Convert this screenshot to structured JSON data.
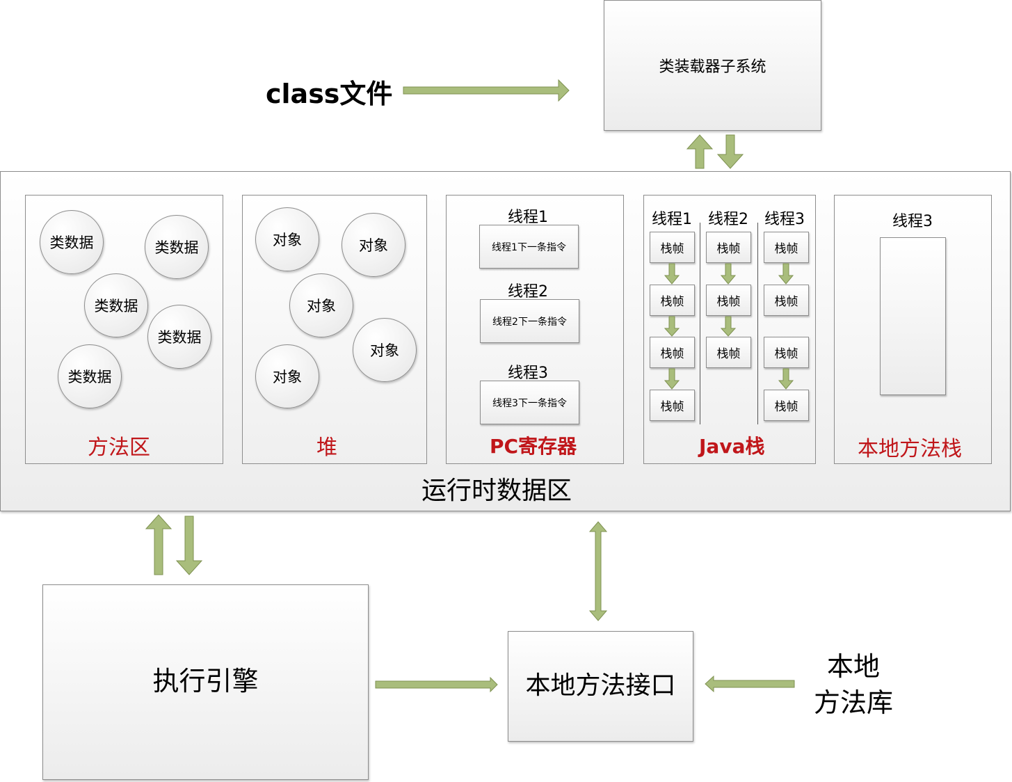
{
  "class_file_label": "class文件",
  "class_loader_label": "类装载器子系统",
  "runtime_area_label": "运行时数据区",
  "method_area": {
    "title": "方法区",
    "items": [
      "类数据",
      "类数据",
      "类数据",
      "类数据",
      "类数据"
    ]
  },
  "heap": {
    "title": "堆",
    "items": [
      "对象",
      "对象",
      "对象",
      "对象",
      "对象"
    ]
  },
  "pc_register": {
    "title": "PC寄存器",
    "threads": [
      {
        "name": "线程1",
        "instruction": "线程1下一条指令"
      },
      {
        "name": "线程2",
        "instruction": "线程2下一条指令"
      },
      {
        "name": "线程3",
        "instruction": "线程3下一条指令"
      }
    ]
  },
  "java_stack": {
    "title": "Java栈",
    "threads": [
      {
        "name": "线程1",
        "frames": [
          "栈帧",
          "栈帧",
          "栈帧",
          "栈帧"
        ]
      },
      {
        "name": "线程2",
        "frames": [
          "栈帧",
          "栈帧",
          "栈帧"
        ]
      },
      {
        "name": "线程3",
        "frames": [
          "栈帧",
          "栈帧",
          "栈帧",
          "栈帧"
        ]
      }
    ]
  },
  "native_stack": {
    "title": "本地方法栈",
    "thread": "线程3"
  },
  "execution_engine_label": "执行引擎",
  "native_interface_label": "本地方法接口",
  "native_library_line1": "本地",
  "native_library_line2": "方法库",
  "arrow_color": "#9bb16b",
  "title_color": "#c0161a"
}
